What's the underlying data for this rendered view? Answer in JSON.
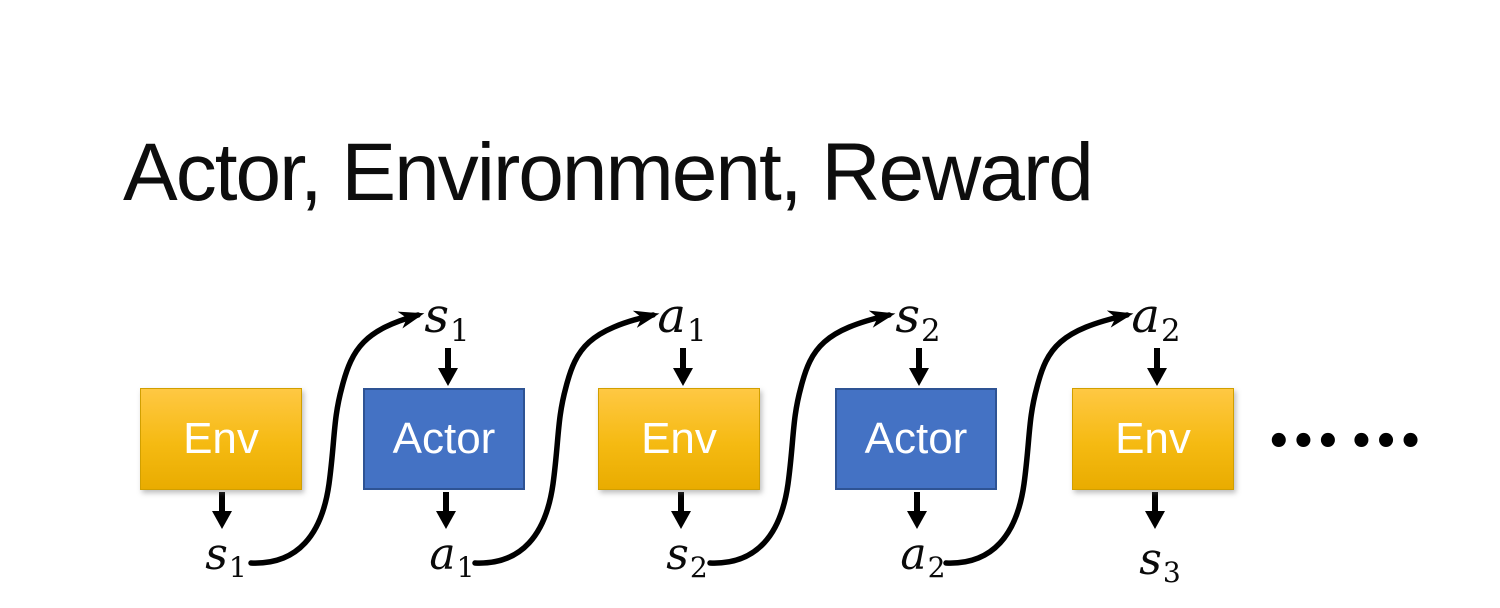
{
  "title": "Actor, Environment, Reward",
  "diagram": {
    "boxes": [
      {
        "label": "Env"
      },
      {
        "label": "Actor"
      },
      {
        "label": "Env"
      },
      {
        "label": "Actor"
      },
      {
        "label": "Env"
      }
    ],
    "top_labels": [
      {
        "base": "s",
        "sub": "1"
      },
      {
        "base": "a",
        "sub": "1"
      },
      {
        "base": "s",
        "sub": "2"
      },
      {
        "base": "a",
        "sub": "2"
      }
    ],
    "bottom_labels": [
      {
        "base": "s",
        "sub": "1"
      },
      {
        "base": "a",
        "sub": "1"
      },
      {
        "base": "s",
        "sub": "2"
      },
      {
        "base": "a",
        "sub": "2"
      },
      {
        "base": "s",
        "sub": "3"
      }
    ],
    "ellipsis": "••• •••"
  },
  "colors": {
    "env_top": "#FFC843",
    "env_bottom": "#E9AC00",
    "env_border": "#D19F00",
    "actor_fill": "#4472C4",
    "actor_border": "#2E5394",
    "arrow": "#000000"
  }
}
